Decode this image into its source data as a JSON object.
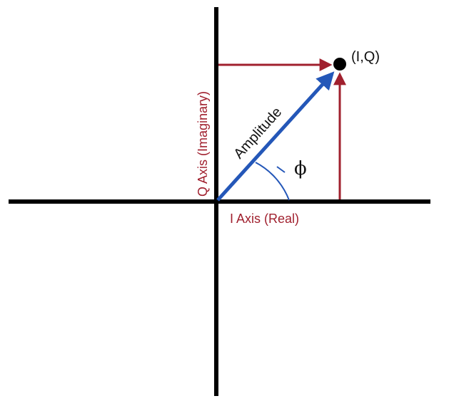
{
  "labels": {
    "point": "(I,Q)",
    "amplitude": "Amplitude",
    "phase": "ϕ",
    "q_axis": "Q Axis (Imaginary)",
    "i_axis": "I Axis (Real)"
  },
  "colors": {
    "axis": "#000000",
    "vector": "#2457b8",
    "projection": "#a0202e",
    "angle_arc": "#2457b8",
    "point": "#000000"
  }
}
